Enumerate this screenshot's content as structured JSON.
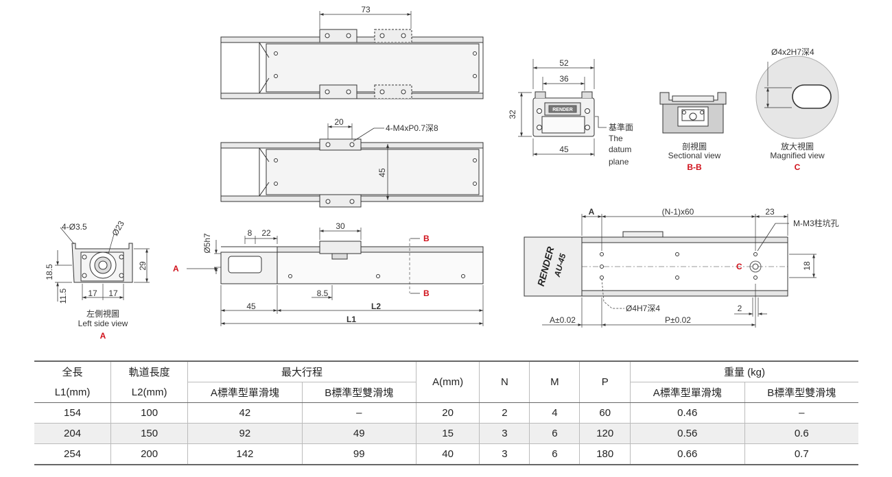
{
  "top_view": {
    "dim_block_pitch": "73"
  },
  "mid_view": {
    "dim_hole_pitch": "20",
    "tap_spec": "4-M4xP0.7深8",
    "dim_rail_width": "45"
  },
  "end_view": {
    "dim_w1": "52",
    "dim_w2": "36",
    "dim_h": "32",
    "dim_base": "45",
    "logo": "RENDER",
    "datum_cn": "基準面",
    "datum_en1": "The",
    "datum_en2": "datum",
    "datum_en3": "plane"
  },
  "section_view": {
    "cn": "剖視圖",
    "en": "Sectional view",
    "tag": "B-B"
  },
  "magnified_view": {
    "spec": "Ø4x2H7深4",
    "cn": "放大視圖",
    "en": "Magnified view",
    "tag": "C"
  },
  "left_view": {
    "holes": "4-Ø3.5",
    "dia": "Ø23",
    "h1": "18.5",
    "h2": "11.5",
    "h3": "29",
    "w1": "17",
    "w2": "17",
    "cn": "左側視圖",
    "en": "Left side view",
    "tag": "A"
  },
  "side_view": {
    "arrow": "A",
    "shaft": "Ø5h7",
    "d8": "8",
    "d22": "22",
    "d30": "30",
    "d85": "8.5",
    "d45": "45",
    "L2": "L2",
    "L1": "L1",
    "cut1": "B",
    "cut2": "B"
  },
  "plan_view": {
    "A": "A",
    "pitch": "(N-1)x60",
    "d23": "23",
    "M": "M-M3柱坑孔",
    "brand": "RENDER",
    "model": "AU-45",
    "C": "C",
    "d18": "18",
    "pin": "Ø4H7深4",
    "d2": "2",
    "Atol": "A±0.02",
    "Ptol": "P±0.02"
  },
  "table": {
    "head_full_len_cn": "全長",
    "head_full_len_unit": "L1(mm)",
    "head_rail_len_cn": "軌道長度",
    "head_rail_len_unit": "L2(mm)",
    "head_stroke": "最大行程",
    "head_stroke_a": "A標準型單滑塊",
    "head_stroke_b": "B標準型雙滑塊",
    "head_a": "A(mm)",
    "head_n": "N",
    "head_m": "M",
    "head_p": "P",
    "head_weight": "重量 (kg)",
    "head_weight_a": "A標準型單滑塊",
    "head_weight_b": "B標準型雙滑塊",
    "rows": [
      {
        "l1": "154",
        "l2": "100",
        "sa": "42",
        "sb": "–",
        "a": "20",
        "n": "2",
        "m": "4",
        "p": "60",
        "wa": "0.46",
        "wb": "–"
      },
      {
        "l1": "204",
        "l2": "150",
        "sa": "92",
        "sb": "49",
        "a": "15",
        "n": "3",
        "m": "6",
        "p": "120",
        "wa": "0.56",
        "wb": "0.6"
      },
      {
        "l1": "254",
        "l2": "200",
        "sa": "142",
        "sb": "99",
        "a": "40",
        "n": "3",
        "m": "6",
        "p": "180",
        "wa": "0.66",
        "wb": "0.7"
      }
    ]
  }
}
